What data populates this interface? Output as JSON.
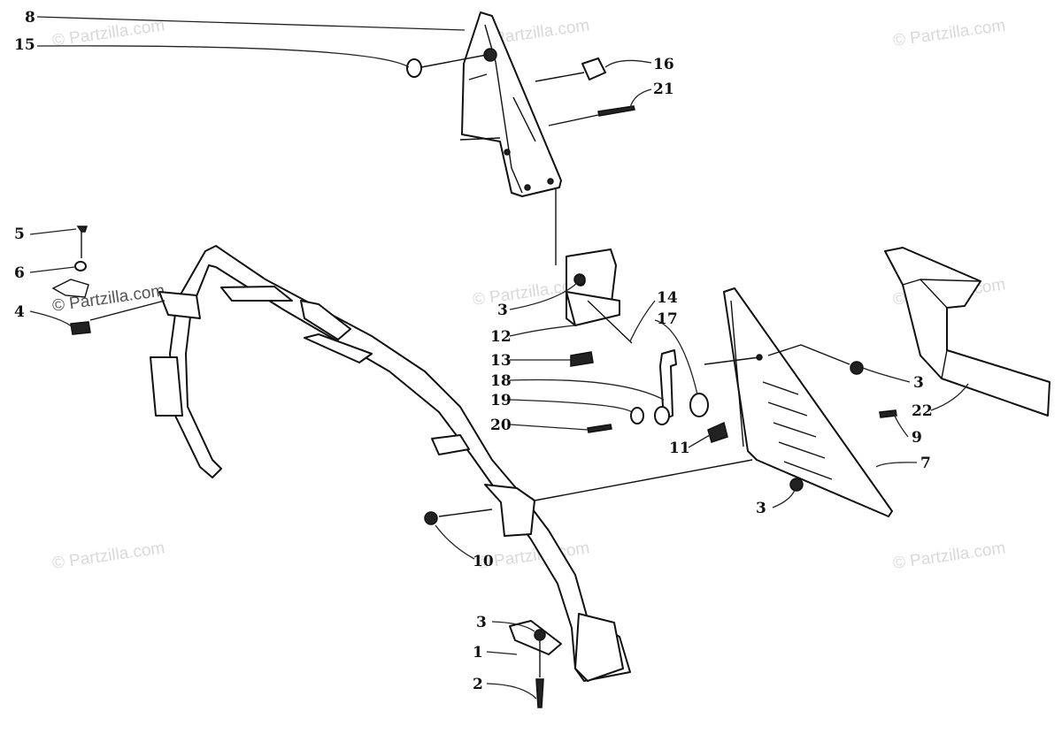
{
  "watermark": "© Partzilla.com",
  "callouts": {
    "c1": "1",
    "c2": "2",
    "c3a": "3",
    "c3b": "3",
    "c3c": "3",
    "c3d": "3",
    "c4": "4",
    "c5": "5",
    "c6": "6",
    "c7": "7",
    "c8": "8",
    "c9": "9",
    "c10": "10",
    "c11": "11",
    "c12": "12",
    "c13": "13",
    "c14": "14",
    "c15": "15",
    "c16": "16",
    "c17": "17",
    "c18": "18",
    "c19": "19",
    "c20": "20",
    "c21": "21",
    "c22": "22"
  }
}
